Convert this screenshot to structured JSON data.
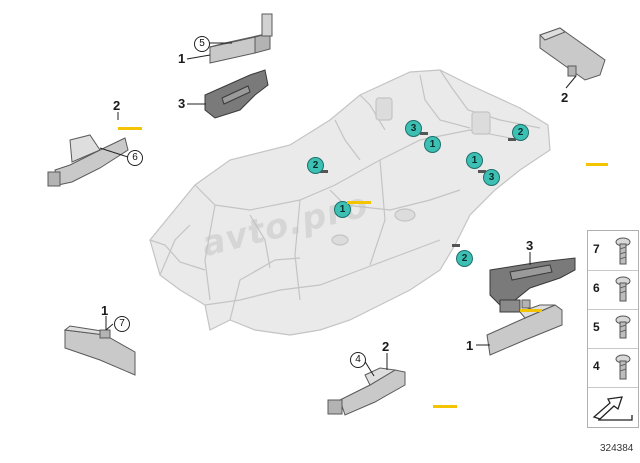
{
  "colors": {
    "frame_fill": "#e9e9e9",
    "frame_stroke": "#c2c2c2",
    "part_fill": "#c9c9c9",
    "part_stroke": "#5a5a5a",
    "marker_fill": "#3cc0b4",
    "highlight": "#f5c400"
  },
  "watermark": "avto.pro",
  "callouts": {
    "top_center_1": "1",
    "top_center_5": "5",
    "top_center_3": "3",
    "top_right_2": "2",
    "left_2": "2",
    "left_6": "6",
    "bottom_left_1": "1",
    "bottom_left_7": "7",
    "bottom_center_4": "4",
    "bottom_center_2": "2",
    "right_3": "3",
    "right_1": "1"
  },
  "markers": [
    {
      "label": "3"
    },
    {
      "label": "1"
    },
    {
      "label": "2"
    },
    {
      "label": "2"
    },
    {
      "label": "1"
    },
    {
      "label": "3"
    },
    {
      "label": "1"
    },
    {
      "label": "2"
    }
  ],
  "legend": {
    "items": [
      {
        "number": "7",
        "icon": "torx-bolt-icon"
      },
      {
        "number": "6",
        "icon": "torx-bolt-icon"
      },
      {
        "number": "5",
        "icon": "torx-bolt-icon"
      },
      {
        "number": "4",
        "icon": "torx-bolt-icon"
      }
    ],
    "arrow_icon": "direction-arrow-icon"
  },
  "reference_number": "324384"
}
